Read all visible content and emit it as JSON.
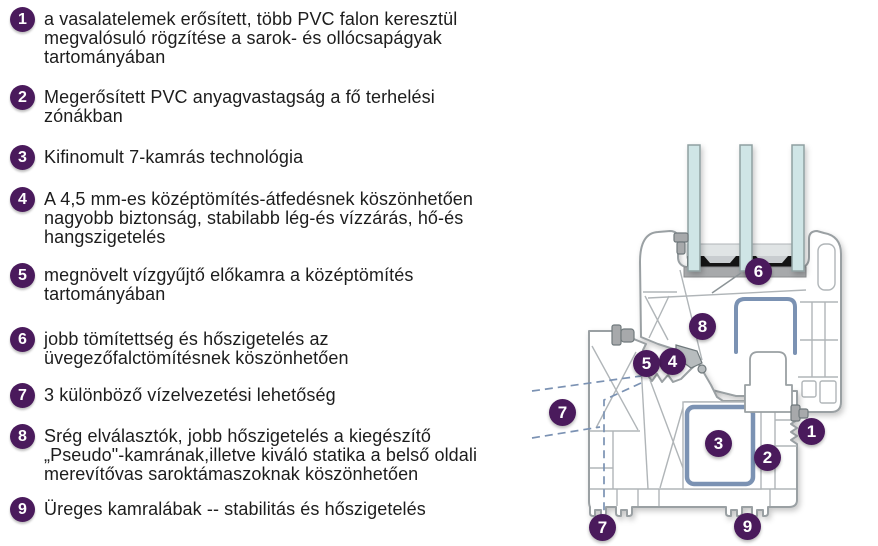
{
  "features": [
    {
      "num": "1",
      "text": "a vasalatelemek erősített, több PVC falon keresztül\nmegvalósuló rögzítése a sarok- és ollócsapágyak\ntartományában"
    },
    {
      "num": "2",
      "text": "Megerősített PVC anyagvastagság a fő terhelési\nzónákban"
    },
    {
      "num": "3",
      "text": "Kifinomult 7-kamrás technológia"
    },
    {
      "num": "4",
      "text": "A 4,5 mm-es középtömítés-átfedésnek köszönhetően\nnagyobb biztonság, stabilabb lég-és vízzárás, hő-és\nhangszigetelés"
    },
    {
      "num": "5",
      "text": "megnövelt vízgyűjtő előkamra a középtömítés\ntartományában"
    },
    {
      "num": "6",
      "text": "jobb tömítettség és hőszigetelés az\nüvegezőfalctömítésnek köszönhetően"
    },
    {
      "num": "7",
      "text": "3 különböző vízelvezetési lehetőség"
    },
    {
      "num": "8",
      "text": "Srég elválasztók, jobb hőszigetelés a kiegészítő\n„Pseudo\"-kamrának,illetve kiváló statika a belső oldali\nmerevítővas saroktámaszoknak köszönhetően"
    },
    {
      "num": "9",
      "text": "Üreges kamralábak -- stabilitás és hőszigetelés"
    }
  ],
  "diagram": {
    "callouts": [
      {
        "num": "1"
      },
      {
        "num": "2"
      },
      {
        "num": "3"
      },
      {
        "num": "4"
      },
      {
        "num": "5"
      },
      {
        "num": "6"
      },
      {
        "num": "7"
      },
      {
        "num": "7"
      },
      {
        "num": "8"
      },
      {
        "num": "9"
      }
    ],
    "colors": {
      "accent_purple": "#4a1a5c",
      "steel_blue": "#7b92b3",
      "glass": "#cfe5e6",
      "gasket_black": "#141414",
      "hardware_gray": "#a7a9ab"
    }
  }
}
